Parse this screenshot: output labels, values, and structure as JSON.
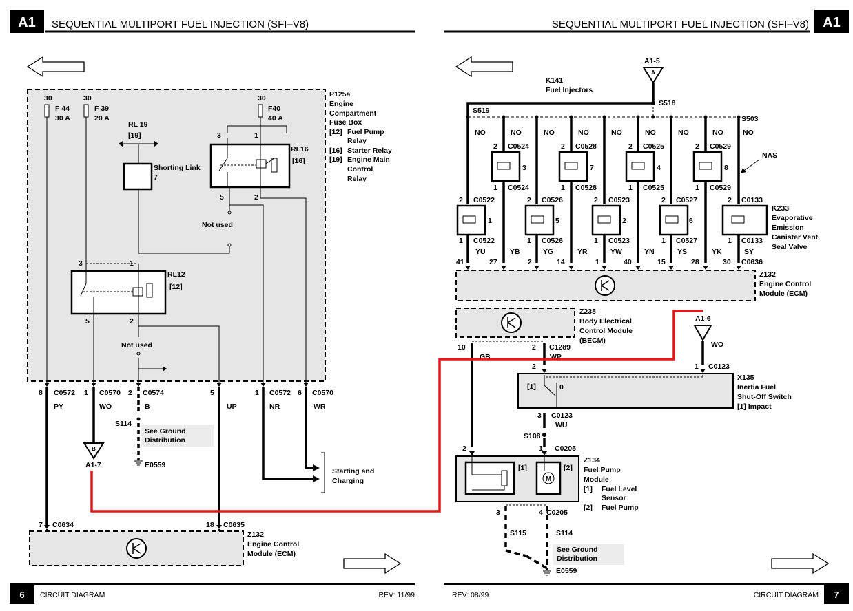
{
  "left_page": {
    "badge": "A1",
    "title": "SEQUENTIAL MULTIPORT FUEL INJECTION (SFI–V8)",
    "page_number": "6",
    "footer_label": "CIRCUIT DIAGRAM",
    "revision": "REV: 11/99",
    "fuse_box": {
      "code": "P125a",
      "name_lines": [
        "Engine",
        "Compartment",
        "Fuse Box"
      ],
      "legend": [
        {
          "key": "[12]",
          "lines": [
            "Fuel Pump",
            "Relay"
          ]
        },
        {
          "key": "[16]",
          "lines": [
            "Starter Relay"
          ]
        },
        {
          "key": "[19]",
          "lines": [
            "Engine Main",
            "Control",
            "Relay"
          ]
        }
      ]
    },
    "fuses": [
      {
        "rating_top": "30",
        "name": "F 44",
        "amps": "30 A"
      },
      {
        "rating_top": "30",
        "name": "F 39",
        "amps": "20 A"
      },
      {
        "rating_top": "30",
        "name": "F40",
        "amps": "40 A"
      }
    ],
    "rl19": {
      "name": "RL 19",
      "ref": "[19]"
    },
    "shorting_link": {
      "label": "Shorting Link",
      "num": "7"
    },
    "rl16": {
      "name": "RL16",
      "ref": "[16]",
      "pin_a": "3",
      "pin_b": "1",
      "pin_c": "5",
      "pin_d": "2"
    },
    "rl12": {
      "name": "RL12",
      "ref": "[12]",
      "pin_a": "3",
      "pin_b": "1",
      "pin_c": "5",
      "pin_d": "2"
    },
    "not_used": "Not used",
    "connectors": [
      {
        "pin": "8",
        "name": "C0572",
        "wire": "PY"
      },
      {
        "pin": "1",
        "name": "C0570",
        "wire": "WO"
      },
      {
        "pin": "2",
        "name": "C0574",
        "wire": "B"
      },
      {
        "pin": "5",
        "name": "",
        "wire": "UP"
      },
      {
        "pin": "1",
        "name": "C0572",
        "wire": "NR"
      },
      {
        "pin": "6",
        "name": "C0570",
        "wire": "WR"
      }
    ],
    "s114": "S114",
    "ground_note": [
      "See Ground",
      "Distribution"
    ],
    "e0559": "E0559",
    "ref_b": {
      "letter": "B",
      "label": "A1-7"
    },
    "starting": [
      "Starting and",
      "Charging"
    ],
    "c0634": {
      "pin": "7",
      "name": "C0634"
    },
    "c0635": {
      "pin": "18",
      "name": "C0635"
    },
    "ecm": {
      "code": "Z132",
      "lines": [
        "Engine Control",
        "Module (ECM)"
      ]
    }
  },
  "right_page": {
    "badge": "A1",
    "title": "SEQUENTIAL MULTIPORT FUEL INJECTION (SFI–V8)",
    "page_number": "7",
    "footer_label": "CIRCUIT DIAGRAM",
    "revision": "REV: 08/99",
    "ref_a": {
      "letter": "A",
      "label": "A1-5"
    },
    "k141": {
      "code": "K141",
      "name": "Fuel Injectors"
    },
    "s518": "S518",
    "s519": "S519",
    "s503": "S503",
    "no": "NO",
    "nas": "NAS",
    "upper_injectors": [
      {
        "pin_top": "2",
        "conn": "C0524",
        "num": "3",
        "pin_bot": "1"
      },
      {
        "pin_top": "2",
        "conn": "C0528",
        "num": "7",
        "pin_bot": "1"
      },
      {
        "pin_top": "2",
        "conn": "C0525",
        "num": "4",
        "pin_bot": "1"
      },
      {
        "pin_top": "2",
        "conn": "C0529",
        "num": "8",
        "pin_bot": "1"
      }
    ],
    "lower_injectors": [
      {
        "pin_top": "2",
        "conn": "C0522",
        "num": "1",
        "pin_bot": "1"
      },
      {
        "pin_top": "2",
        "conn": "C0526",
        "num": "5",
        "pin_bot": "1"
      },
      {
        "pin_top": "2",
        "conn": "C0523",
        "num": "2",
        "pin_bot": "1"
      },
      {
        "pin_top": "2",
        "conn": "C0527",
        "num": "6",
        "pin_bot": "1"
      }
    ],
    "canister": {
      "pin_top": "2",
      "conn": "C0133",
      "pin_bot": "1",
      "code": "K233",
      "lines": [
        "Evaporative",
        "Emission",
        "Canister Vent",
        "Seal Valve"
      ]
    },
    "wire_colors": [
      "YU",
      "YB",
      "YG",
      "YR",
      "YW",
      "YN",
      "YS",
      "YK",
      "SY"
    ],
    "ecm_pins": [
      "41",
      "27",
      "2",
      "14",
      "1",
      "40",
      "15",
      "28",
      "30"
    ],
    "c0636": "C0636",
    "ecm": {
      "code": "Z132",
      "lines": [
        "Engine Control",
        "Module (ECM)"
      ]
    },
    "becm": {
      "code": "Z238",
      "lines": [
        "Body Electrical",
        "Control Module",
        "(BECM)"
      ]
    },
    "becm_pins": {
      "p10": "10",
      "p2": "2",
      "c1289": "C1289",
      "gb": "GB",
      "wp": "WP"
    },
    "ref_a16": {
      "label": "A1-6",
      "wire": "WO"
    },
    "x135": {
      "code": "X135",
      "lines": [
        "Inertia Fuel",
        "Shut-Off Switch"
      ],
      "legend": "[1]   Impact",
      "ref": "[1]",
      "pos": "0"
    },
    "c0123": {
      "name": "C0123",
      "pin1": "1",
      "pin2": "2",
      "pin3": "3"
    },
    "wu": "WU",
    "s108": "S108",
    "c0205": {
      "name": "C0205",
      "pin2": "2",
      "pin1": "1",
      "pin3": "3",
      "pin4": "4"
    },
    "z134": {
      "code": "Z134",
      "lines": [
        "Fuel Pump",
        "Module"
      ],
      "legend1": [
        "[1]",
        "Fuel Level",
        "Sensor"
      ],
      "legend2": [
        "[2]",
        "Fuel Pump"
      ],
      "ref1": "[1]",
      "ref2": "[2]",
      "motor": "M"
    },
    "s115": "S115",
    "s114": "S114",
    "ground_note": [
      "See Ground",
      "Distribution"
    ],
    "e0559": "E0559"
  },
  "colors": {
    "annotation": "#e0191b",
    "badge": "#000000",
    "shade": "#e6e6e6"
  }
}
